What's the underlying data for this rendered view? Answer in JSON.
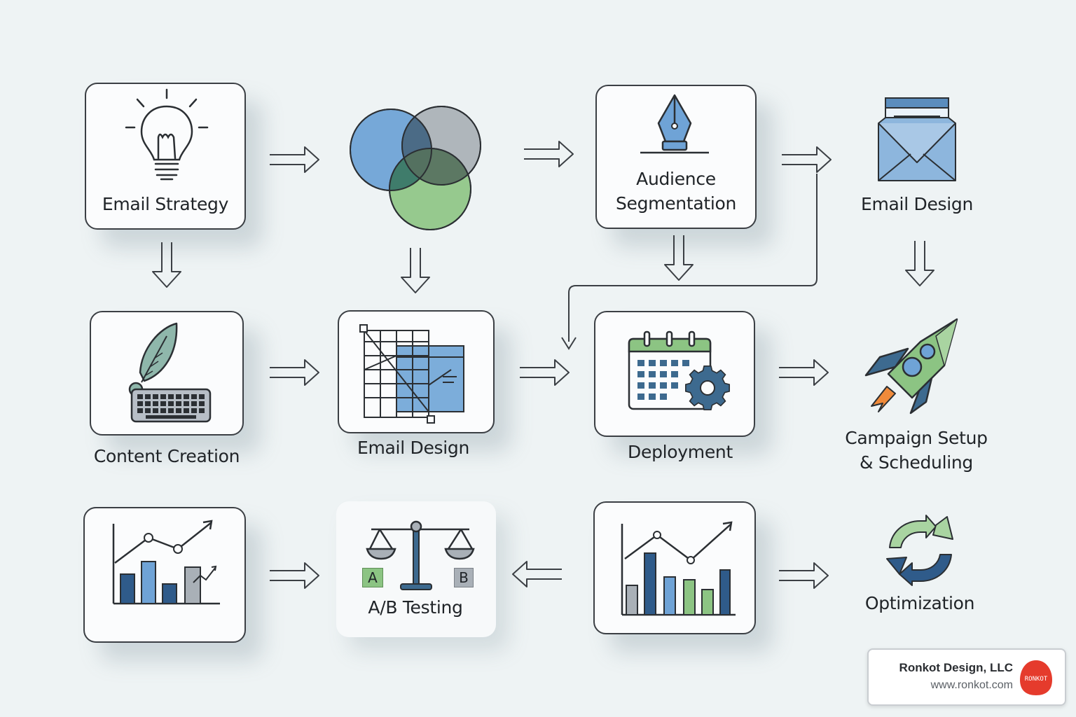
{
  "steps": {
    "email_strategy": "Email Strategy",
    "audience_segmentation": "Audience\nSegmentation",
    "email_design_top": "Email Design",
    "content_creation": "Content Creation",
    "email_design_mid": "Email Design",
    "deployment": "Deployment",
    "campaign_setup": "Campaign Setup\n& Scheduling",
    "ab_testing": "A/B Testing",
    "optimization": "Optimization"
  },
  "ab_badges": {
    "a": "A",
    "b": "B"
  },
  "brand": {
    "name": "Ronkot Design, LLC",
    "url": "www.ronkot.com",
    "mark_text": "RONKOT"
  },
  "colors": {
    "background": "#eef3f4",
    "blue": "#6fa3d6",
    "dark_blue": "#2f5b8a",
    "green": "#8cc483",
    "gray": "#a9b0b7",
    "outline": "#3b3f44",
    "rocket_flame": "#f08a3a",
    "logo_red": "#e53b2c"
  },
  "icons": [
    "lightbulb-icon",
    "venn-diagram-icon",
    "fountain-pen-icon",
    "envelope-icon",
    "quill-keyboard-icon",
    "wireframe-grid-icon",
    "calendar-gear-icon",
    "rocket-icon",
    "bar-chart-icon",
    "balance-scale-icon",
    "cycle-arrows-icon"
  ]
}
